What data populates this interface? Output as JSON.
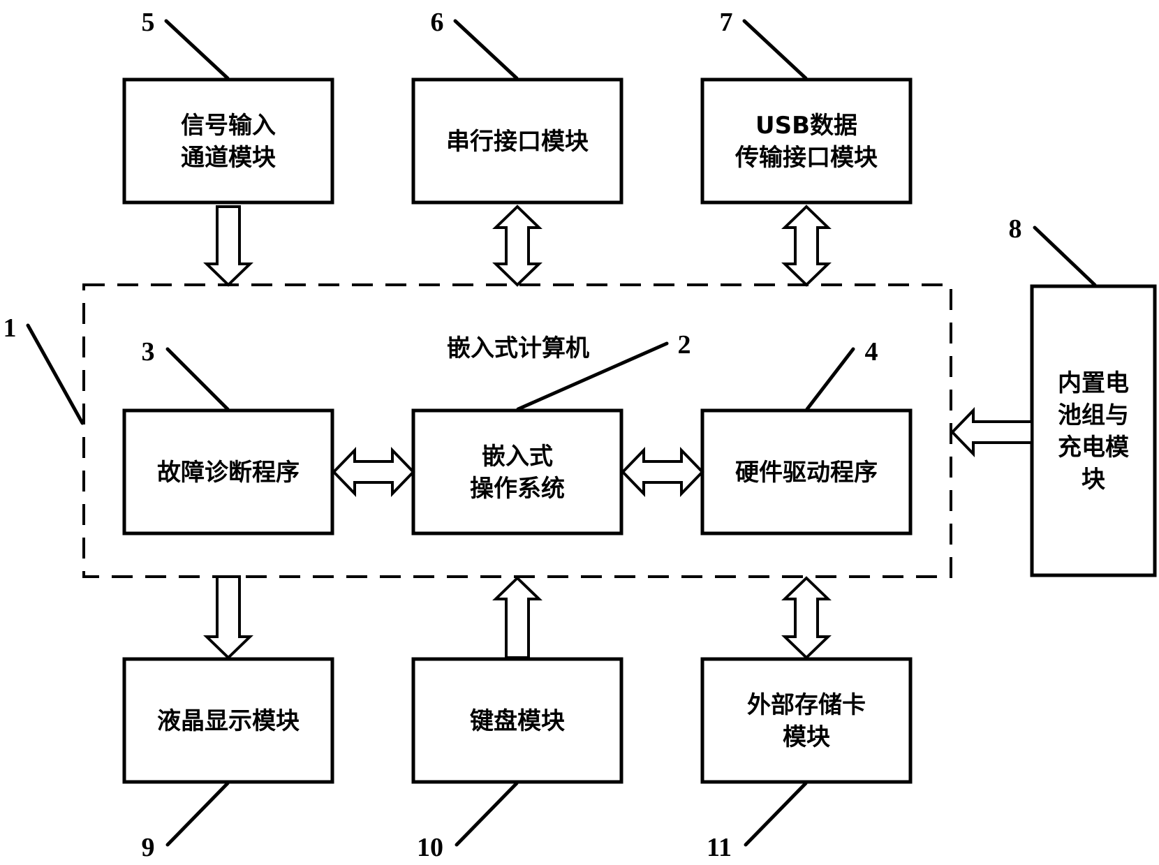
{
  "embedded_computer": {
    "title": "嵌入式计算机",
    "ref": "1"
  },
  "modules": {
    "os": {
      "ref": "2",
      "lines": [
        "嵌入式",
        "操作系统"
      ]
    },
    "fault": {
      "ref": "3",
      "lines": [
        "故障诊断程序"
      ]
    },
    "driver": {
      "ref": "4",
      "lines": [
        "硬件驱动程序"
      ]
    },
    "signal": {
      "ref": "5",
      "lines": [
        "信号输入",
        "通道模块"
      ]
    },
    "serial": {
      "ref": "6",
      "lines": [
        "串行接口模块"
      ]
    },
    "usb": {
      "ref": "7",
      "lines": [
        "USB数据",
        "传输接口模块"
      ]
    },
    "battery": {
      "ref": "8",
      "lines": [
        "内置电",
        "池组与",
        "充电模",
        "块"
      ]
    },
    "lcd": {
      "ref": "9",
      "lines": [
        "液晶显示模块"
      ]
    },
    "keyboard": {
      "ref": "10",
      "lines": [
        "键盘模块"
      ]
    },
    "storage": {
      "ref": "11",
      "lines": [
        "外部存储卡",
        "模块"
      ]
    }
  },
  "connections": [
    {
      "from": "signal",
      "to": "embedded_computer",
      "type": "one-way"
    },
    {
      "from": "serial",
      "to": "embedded_computer",
      "type": "two-way"
    },
    {
      "from": "usb",
      "to": "embedded_computer",
      "type": "two-way"
    },
    {
      "from": "battery",
      "to": "embedded_computer",
      "type": "one-way"
    },
    {
      "from": "fault",
      "to": "os",
      "type": "two-way"
    },
    {
      "from": "os",
      "to": "driver",
      "type": "two-way"
    },
    {
      "from": "embedded_computer",
      "to": "lcd",
      "type": "one-way"
    },
    {
      "from": "keyboard",
      "to": "embedded_computer",
      "type": "one-way"
    },
    {
      "from": "storage",
      "to": "embedded_computer",
      "type": "two-way"
    }
  ]
}
